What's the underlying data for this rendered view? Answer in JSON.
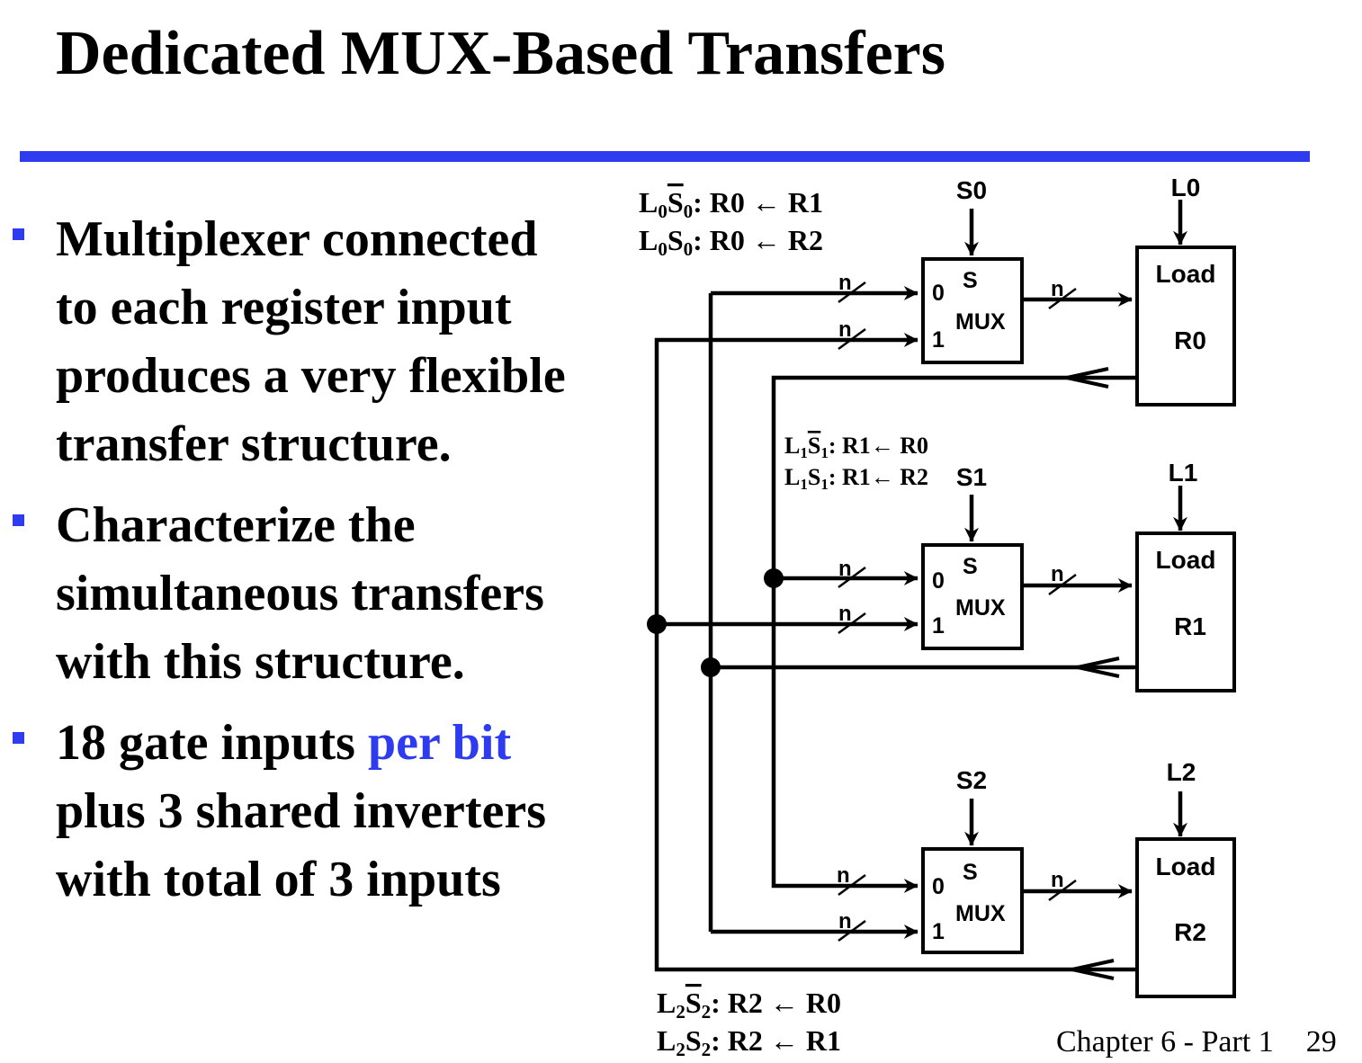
{
  "slide": {
    "title": "Dedicated MUX-Based Transfers",
    "accent_color": "#2e3bef",
    "bullets": [
      {
        "text": "Multiplexer connected\nto each register input\nproduces a very flexible\ntransfer structure."
      },
      {
        "text": "Characterize the\nsimultaneous transfers\nwith this structure."
      },
      {
        "before": "18 gate inputs ",
        "highlight": "per bit",
        "after": "\nplus 3 shared inverters\nwith total of 3 inputs"
      }
    ],
    "footer": {
      "chapter": "Chapter 6 - Part 1",
      "page": "29"
    }
  },
  "diagram": {
    "stages": [
      {
        "select": "S0",
        "load": "L0",
        "register": "R0",
        "load_label": "Load",
        "mux_select_pin": "S",
        "mux_label": "MUX",
        "mux_input0": "0",
        "mux_input1": "1",
        "width": "n",
        "condition_not_selected": {
          "load": "L",
          "sub": "0",
          "sel": "S",
          "sel_sub": "0",
          "transfer": ": R0 ← R1"
        },
        "condition_selected": {
          "load": "L",
          "sub": "0",
          "sel": "S",
          "sel_sub": "0",
          "transfer": ": R0 ← R2"
        }
      },
      {
        "select": "S1",
        "load": "L1",
        "register": "R1",
        "load_label": "Load",
        "mux_select_pin": "S",
        "mux_label": "MUX",
        "mux_input0": "0",
        "mux_input1": "1",
        "width": "n",
        "condition_not_selected": {
          "load": "L",
          "sub": "1",
          "sel": "S",
          "sel_sub": "1",
          "transfer": ": R1← R0"
        },
        "condition_selected": {
          "load": "L",
          "sub": "1",
          "sel": "S",
          "sel_sub": "1",
          "transfer": ": R1← R2"
        }
      },
      {
        "select": "S2",
        "load": "L2",
        "register": "R2",
        "load_label": "Load",
        "mux_select_pin": "S",
        "mux_label": "MUX",
        "mux_input0": "0",
        "mux_input1": "1",
        "width": "n",
        "condition_not_selected": {
          "load": "L",
          "sub": "2",
          "sel": "S",
          "sel_sub": "2",
          "transfer": ": R2 ← R0"
        },
        "condition_selected": {
          "load": "L",
          "sub": "2",
          "sel": "S",
          "sel_sub": "2",
          "transfer": ": R2 ← R1"
        }
      }
    ]
  }
}
